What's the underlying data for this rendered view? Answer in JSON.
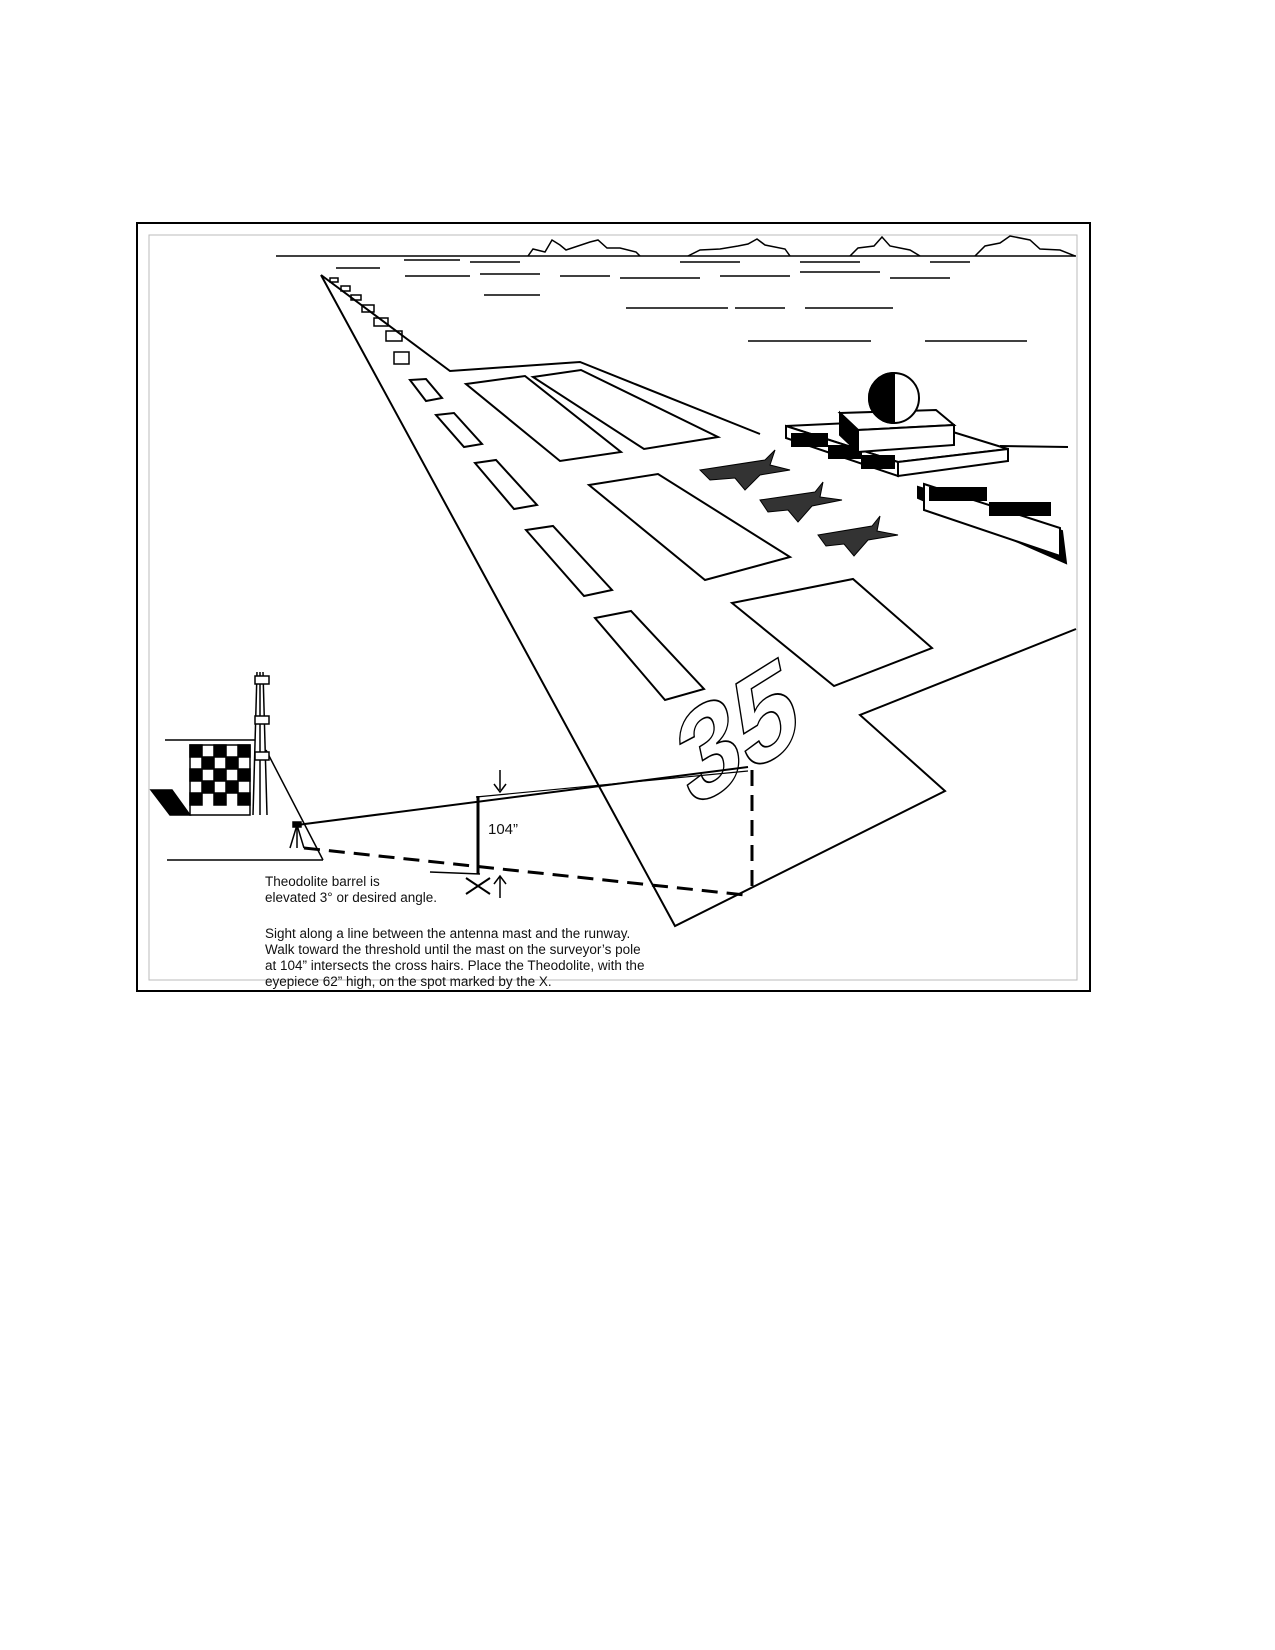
{
  "figure": {
    "runway_number": "35",
    "height_label": "104”",
    "theodolite_note": [
      "Theodolite barrel is",
      "elevated 3° or desired angle."
    ],
    "instructions": [
      "Sight along a line between the antenna mast and the runway.",
      "Walk toward the threshold until the mast on the surveyor’s pole",
      "at 104” intersects the cross hairs. Place the Theodolite, with the",
      "eyepiece 62” high, on the spot marked by the X."
    ]
  }
}
